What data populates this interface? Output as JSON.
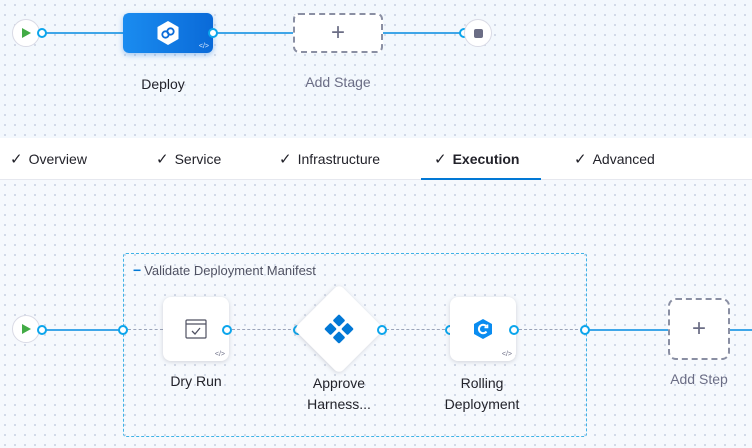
{
  "pipeline": {
    "stages": [
      {
        "label": "Deploy",
        "icon": "deploy-stage-icon",
        "yaml_badge": "</>"
      },
      {
        "label": "Add Stage",
        "icon": "plus-icon",
        "plus_glyph": "+"
      }
    ]
  },
  "tabs": [
    {
      "label": "Overview",
      "checked": true,
      "active": false
    },
    {
      "label": "Service",
      "checked": true,
      "active": false
    },
    {
      "label": "Infrastructure",
      "checked": true,
      "active": false
    },
    {
      "label": "Execution",
      "checked": true,
      "active": true
    },
    {
      "label": "Advanced",
      "checked": true,
      "active": false
    }
  ],
  "execution": {
    "step_group": {
      "title": "Validate Deployment Manifest",
      "collapse_glyph": "−"
    },
    "steps": [
      {
        "label": "Dry Run",
        "icon": "dry-run-icon",
        "yaml_badge": "</>"
      },
      {
        "label": "Approve Harness...",
        "icon": "harness-approval-icon"
      },
      {
        "label": "Rolling Deployment",
        "icon": "rolling-deployment-icon",
        "yaml_badge": "</>"
      }
    ],
    "add_step": {
      "label": "Add Step",
      "plus_glyph": "+"
    }
  },
  "colors": {
    "accent": "#0278d5",
    "connector": "#3fa6e8",
    "start_green": "#42ab45"
  }
}
